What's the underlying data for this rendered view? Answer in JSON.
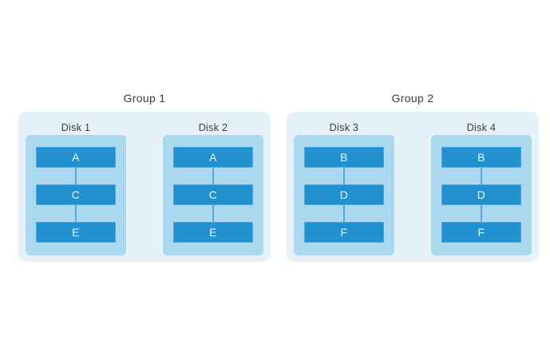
{
  "diagram": {
    "type": "disk-mirroring-groups",
    "colors": {
      "page_bg": "#ffffff",
      "group_panel_bg": "#e6f2fa",
      "disk_panel_bg": "#a9d8ef",
      "block_bg": "#2191d0",
      "block_border": "#4fa7d8",
      "connector_line": "#54abd9",
      "block_text": "#e9f5fc",
      "label_text": "#3d3d3d"
    }
  },
  "groups": [
    {
      "title": "Group 1",
      "disks": [
        {
          "label": "Disk 1",
          "blocks": [
            "A",
            "C",
            "E"
          ]
        },
        {
          "label": "Disk 2",
          "blocks": [
            "A",
            "C",
            "E"
          ]
        }
      ]
    },
    {
      "title": "Group 2",
      "disks": [
        {
          "label": "Disk 3",
          "blocks": [
            "B",
            "D",
            "F"
          ]
        },
        {
          "label": "Disk 4",
          "blocks": [
            "B",
            "D",
            "F"
          ]
        }
      ]
    }
  ]
}
